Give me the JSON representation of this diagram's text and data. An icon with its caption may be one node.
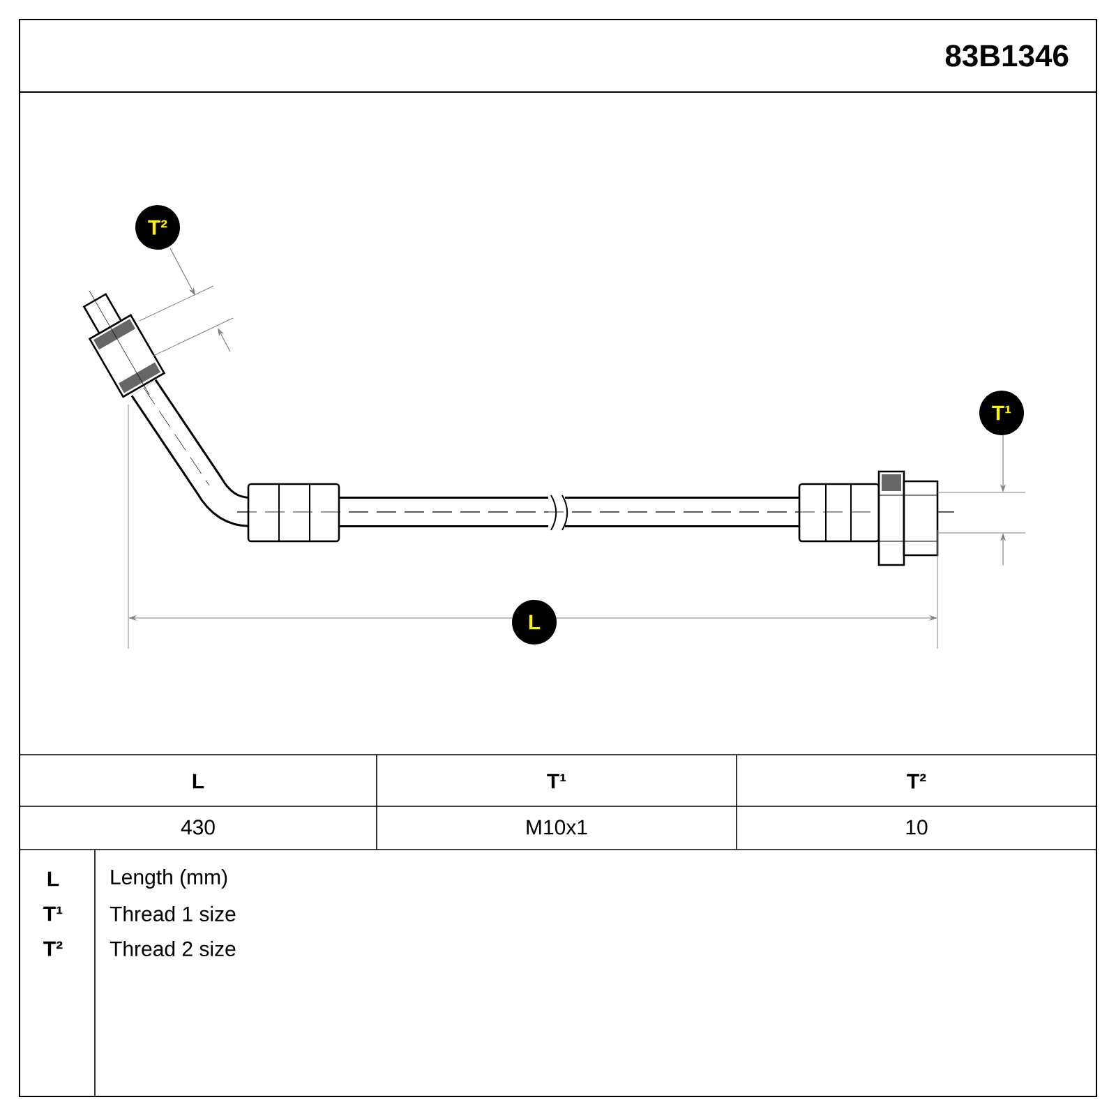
{
  "diagram": {
    "labels": [
      "83B1346",
      "T²",
      "T¹",
      "L",
      "L",
      "T¹",
      "T²",
      "430",
      "M10x1",
      "10",
      "L",
      "Length (mm)",
      "T¹",
      "Thread 1 size",
      "T²",
      "Thread 2 size"
    ]
  }
}
